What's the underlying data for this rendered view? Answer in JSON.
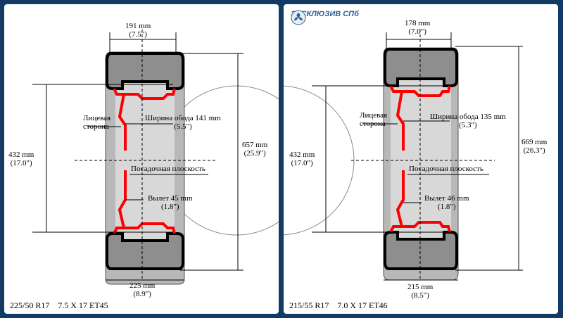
{
  "brand": {
    "name": "ЭКСКЛЮЗИВ СПб",
    "logo_icon": "triskelion-logo-icon",
    "color": "#2a5f99"
  },
  "colors": {
    "frame": "#123a63",
    "rim": "#ff0000",
    "tire": "#111111",
    "tire_fill": "#9a9a9a"
  },
  "left": {
    "caption": "225/50 R17    7.5 X 17 ET45",
    "top_width": "191 mm",
    "top_width_in": "(7.5\")",
    "rim_dia": "432 mm",
    "rim_dia_in": "(17.0\")",
    "outer_dia": "657 mm",
    "outer_dia_in": "(25.9\")",
    "rim_width": "Ширина обода 141 mm",
    "rim_width_in": "(5.5\")",
    "face_l1": "Лицевая",
    "face_l2": "сторона",
    "seating": "Посадочная плоскость",
    "offset": "Вылет 45 mm",
    "offset_in": "(1.8\")",
    "bottom_width": "225 mm",
    "bottom_width_in": "(8.9\")"
  },
  "right": {
    "caption": "215/55 R17    7.0 X 17 ET46",
    "top_width": "178 mm",
    "top_width_in": "(7.0\")",
    "rim_dia": "432 mm",
    "rim_dia_in": "(17.0\")",
    "outer_dia": "669 mm",
    "outer_dia_in": "(26.3\")",
    "rim_width": "Ширина обода 135 mm",
    "rim_width_in": "(5.3\")",
    "face_l1": "Лицевая",
    "face_l2": "сторона",
    "seating": "Посадочная плоскость",
    "offset": "Вылет 46 mm",
    "offset_in": "(1.8\")",
    "bottom_width": "215 mm",
    "bottom_width_in": "(8.5\")"
  }
}
